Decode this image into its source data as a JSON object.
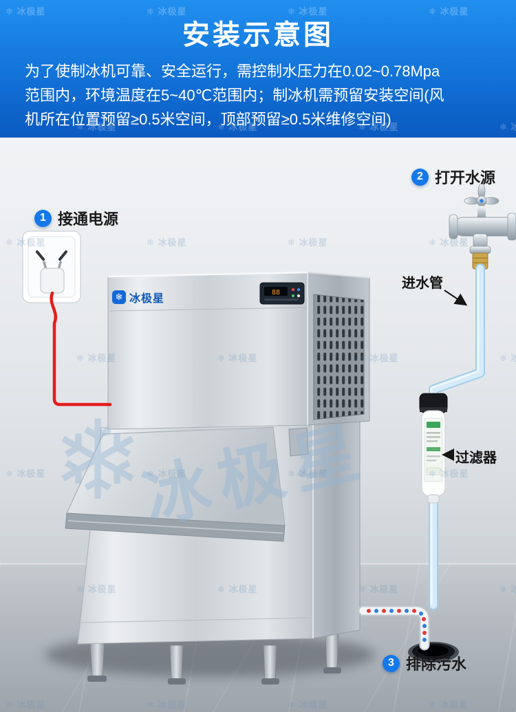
{
  "header": {
    "title": "安装示意图",
    "description_lines": [
      "为了使制冰机可靠、安全运行，需控制水压力在0.02~0.78Mpa",
      "范围内，环境温度在5~40℃范围内；制冰机需预留安装空间(风",
      "机所在位置预留≥0.5米空间，顶部预留≥0.5米维修空间)"
    ]
  },
  "steps": [
    {
      "number": "1",
      "label": "接通电源"
    },
    {
      "number": "2",
      "label": "打开水源"
    },
    {
      "number": "3",
      "label": "排除污水"
    }
  ],
  "labels": {
    "inlet_pipe": "进水管",
    "filter": "过滤器"
  },
  "brand": {
    "name": "冰极星",
    "watermark_text": "冰极星",
    "logo_snowflake": "❄"
  },
  "machine": {
    "display_text": "88"
  },
  "colors": {
    "header_blue_top": "#2190f0",
    "header_blue_bottom": "#0b5ac0",
    "badge_blue": "#1478e8",
    "wire_red": "#e41c1c",
    "pipe_blue": "#d6ebfa",
    "brass": "#cda54b",
    "drain_dot_red": "#e63a3a",
    "drain_dot_blue": "#2f7fe0"
  }
}
